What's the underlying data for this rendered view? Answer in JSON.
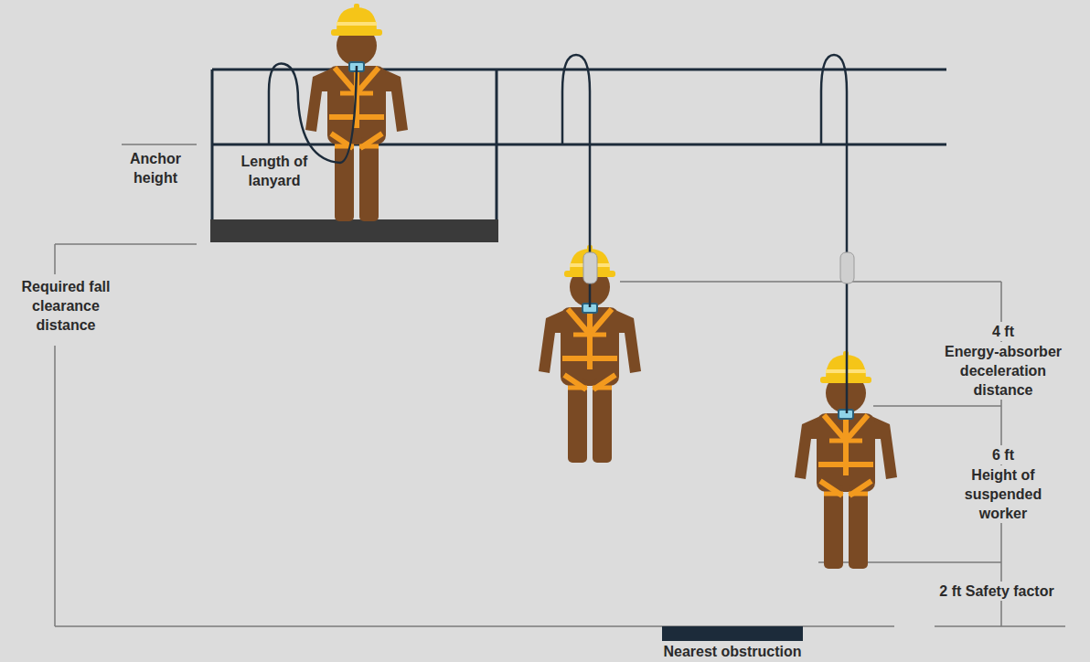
{
  "diagram": {
    "labels": [
      "Anchor height",
      "Length of lanyard",
      "Required fall clearance distance",
      "4 ft",
      "Energy-absorber deceleration distance",
      "6 ft",
      "Height of suspended worker",
      "2 ft Safety factor",
      "Nearest obstruction"
    ]
  }
}
